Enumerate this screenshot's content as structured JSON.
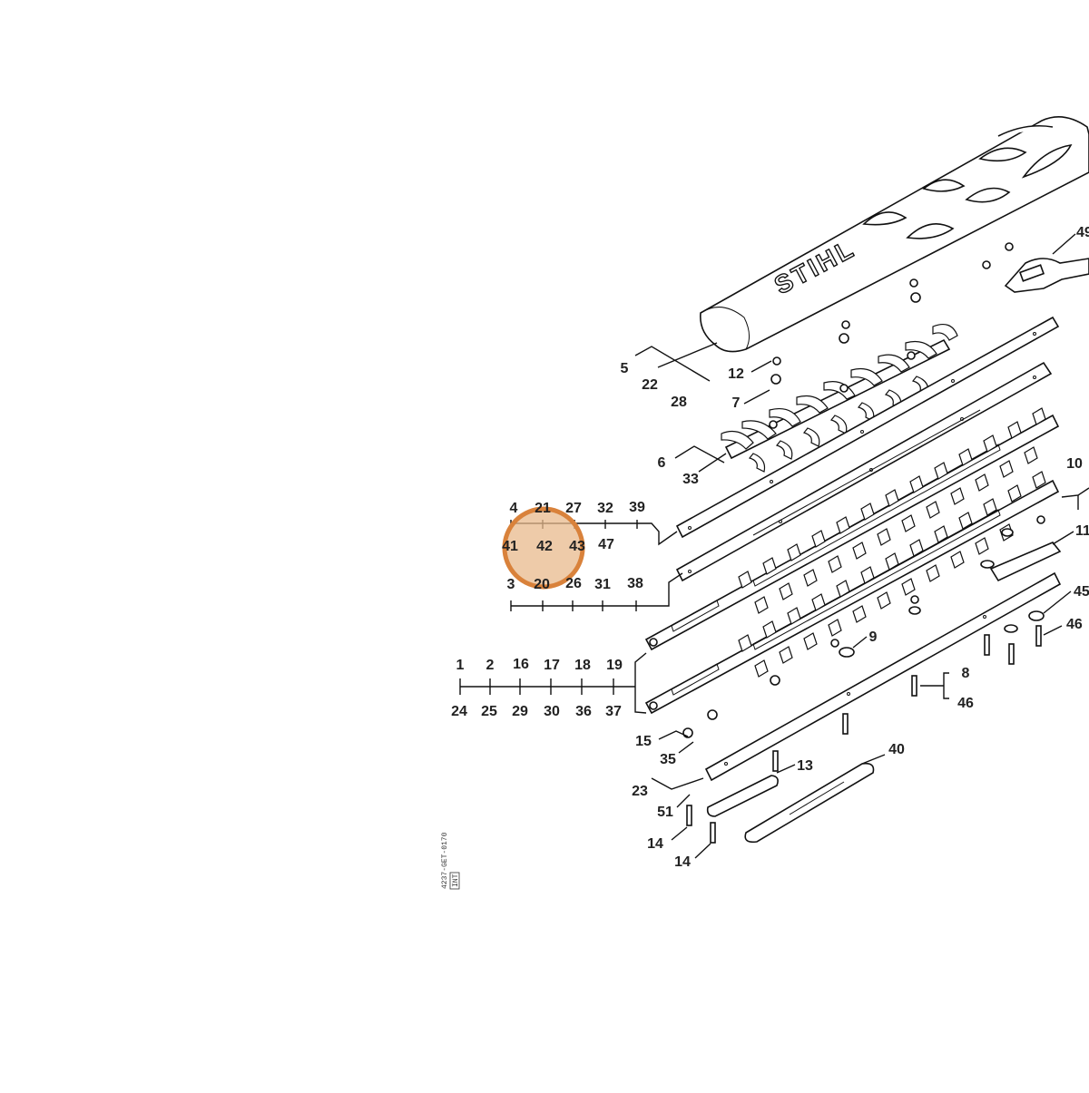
{
  "diagram": {
    "brand_logo": "STIHL",
    "drawing_code": "4237-GET-0170",
    "drawing_code_box": "INT",
    "highlight": {
      "color": "#d9823b",
      "fill": "#e8b98c"
    },
    "callouts": {
      "c5": "5",
      "c22": "22",
      "c28": "28",
      "c12": "12",
      "c7": "7",
      "c6": "6",
      "c33": "33",
      "c4": "4",
      "c21": "21",
      "c27": "27",
      "c32": "32",
      "c39": "39",
      "c41": "41",
      "c42": "42",
      "c43": "43",
      "c47": "47",
      "c3": "3",
      "c20": "20",
      "c26": "26",
      "c31": "31",
      "c38": "38",
      "c1": "1",
      "c2": "2",
      "c16": "16",
      "c17": "17",
      "c18": "18",
      "c19": "19",
      "c24": "24",
      "c25": "25",
      "c29": "29",
      "c30": "30",
      "c36": "36",
      "c37": "37",
      "c15": "15",
      "c35": "35",
      "c23": "23",
      "c51": "51",
      "c14a": "14",
      "c14b": "14",
      "c13": "13",
      "c40": "40",
      "c9": "9",
      "c8": "8",
      "c46a": "46",
      "c10": "10",
      "c11": "11",
      "c45": "45",
      "c46b": "46",
      "c49": "49"
    }
  }
}
